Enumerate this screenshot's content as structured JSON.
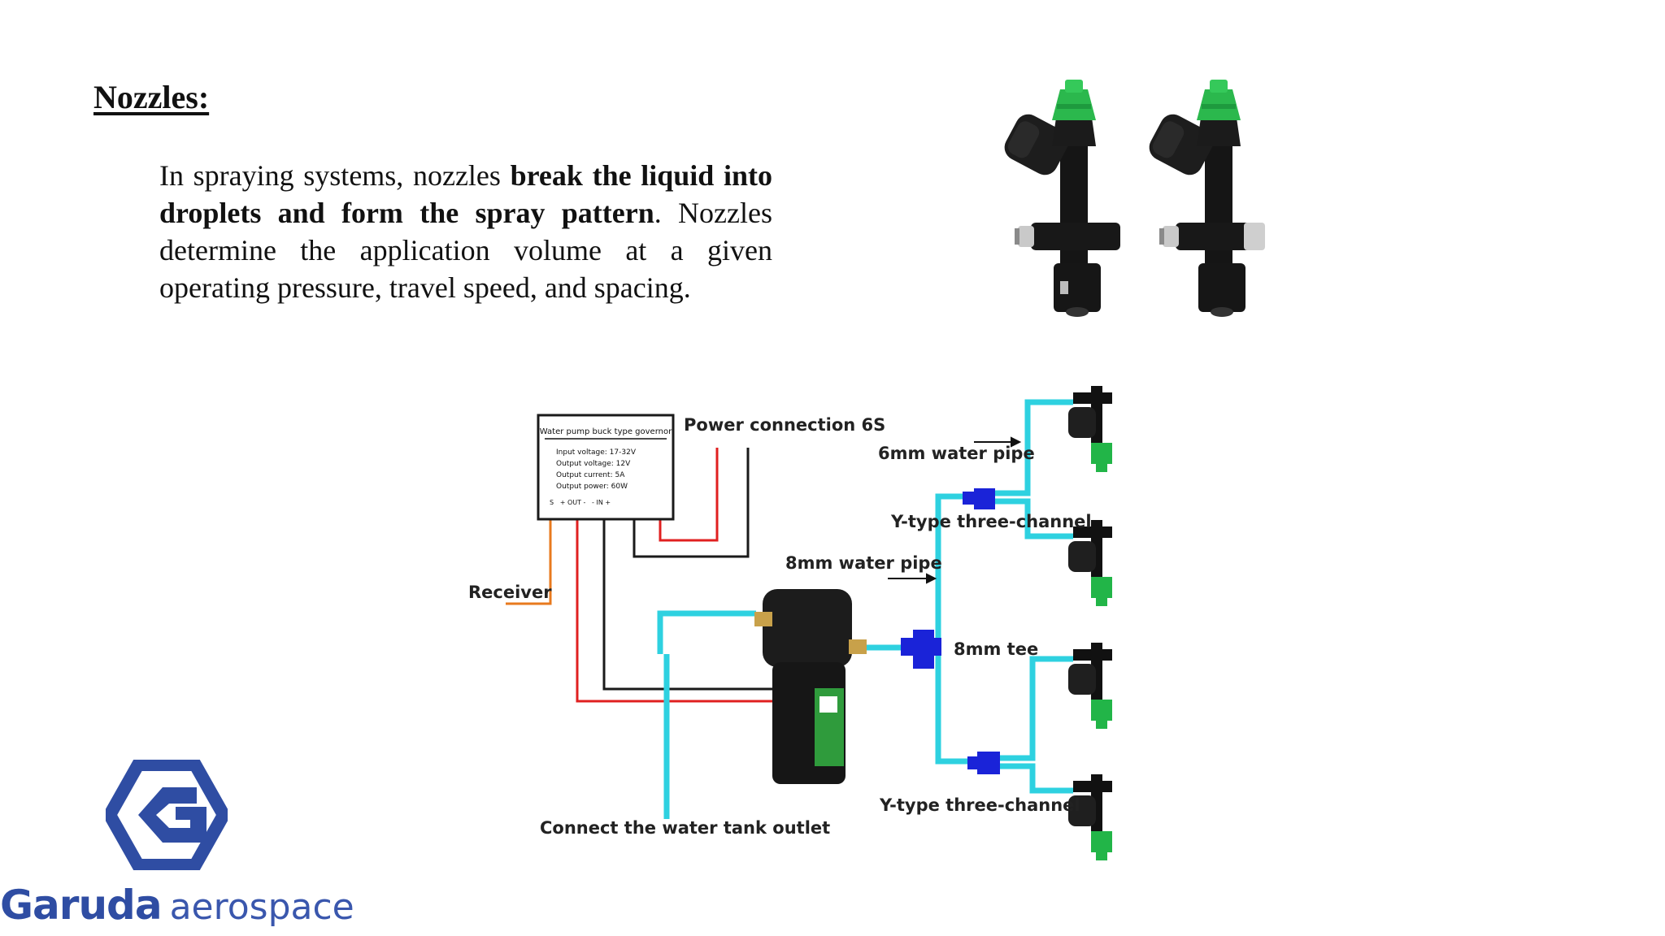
{
  "slide": {
    "heading": "Nozzles:",
    "paragraph": {
      "t1": "In spraying systems, nozzles ",
      "b1": "break the liquid into droplets and form the spray pattern",
      "t2": ". Nozzles determine the application volume at a given operating pressure, travel speed, and spacing."
    }
  },
  "diagram": {
    "governor": {
      "title": "Water pump buck type governor",
      "specs": [
        "Input voltage: 17-32V",
        "Output voltage: 12V",
        "Output current: 5A",
        "Output power: 60W"
      ],
      "terminals": "S   + OUT -   - IN +"
    },
    "labels": {
      "power": "Power connection 6S",
      "pipe_6mm": "6mm water pipe",
      "y_type_top": "Y-type three-channel",
      "pipe_8mm": "8mm water pipe",
      "receiver": "Receiver",
      "tee_8mm": "8mm tee",
      "y_type_bottom": "Y-type three-channel",
      "tank_outlet": "Connect the water tank outlet"
    },
    "colors": {
      "water_pipe": "#2ed1e0",
      "fitting": "#1a23d8",
      "nozzle_green": "#22b548",
      "red_wire": "#e02020",
      "orange_wire": "#e87a1e"
    }
  },
  "logo": {
    "name": "Garuda",
    "sub": "aerospace",
    "color": "#2f4da3"
  }
}
